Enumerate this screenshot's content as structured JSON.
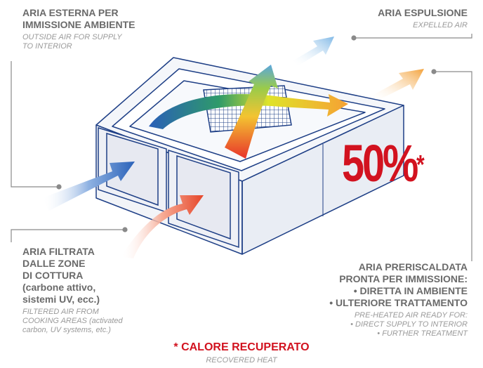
{
  "labels": {
    "outside_air": {
      "title_line1": "ARIA ESTERNA PER",
      "title_line2": "IMMISSIONE AMBIENTE",
      "sub_line1": "OUTSIDE AIR FOR SUPPLY",
      "sub_line2": "TO INTERIOR"
    },
    "expelled_air": {
      "title": "ARIA ESPULSIONE",
      "sub": "EXPELLED AIR"
    },
    "filtered_air": {
      "title_line1": "ARIA FILTRATA",
      "title_line2": "DALLE ZONE",
      "title_line3": "DI COTTURA",
      "title_line4": "(carbone attivo,",
      "title_line5": "sistemi UV, ecc.)",
      "sub_line1": "FILTERED AIR FROM",
      "sub_line2": "COOKING AREAS (activated",
      "sub_line3": "carbon, UV systems, etc.)"
    },
    "preheated_air": {
      "title_line1": "ARIA PRERISCALDATA",
      "title_line2": "PRONTA PER IMMISSIONE:",
      "title_line3": "• DIRETTA IN AMBIENTE",
      "title_line4": "• ULTERIORE TRATTAMENTO",
      "sub_line1": "PRE-HEATED AIR READY FOR:",
      "sub_line2": "• DIRECT SUPPLY TO INTERIOR",
      "sub_line3": "• FURTHER TREATMENT"
    }
  },
  "efficiency": {
    "value": "50%",
    "asterisk": "*"
  },
  "footnote": {
    "title": "* CALORE RECUPERATO",
    "sub": "RECOVERED HEAT"
  },
  "colors": {
    "accent_red": "#d2121f",
    "outline_blue": "#1e3f86",
    "label_gray": "#6a6a6a",
    "sub_gray": "#9a9a9a"
  }
}
